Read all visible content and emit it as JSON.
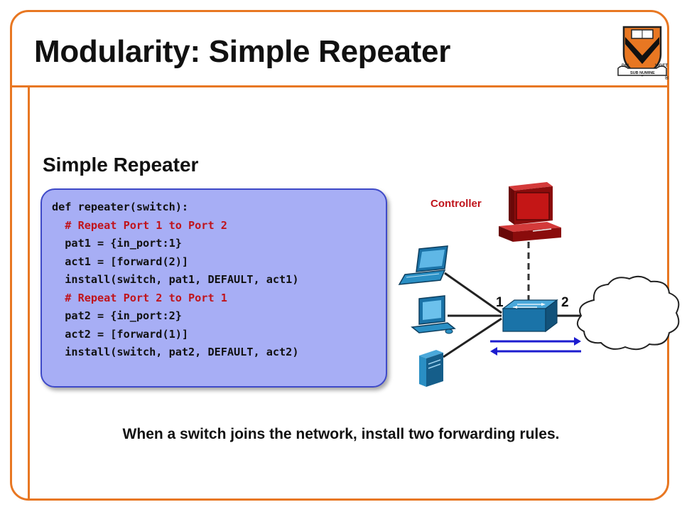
{
  "slide": {
    "title": "Modularity: Simple Repeater",
    "section_heading": "Simple Repeater",
    "caption": "When a switch joins the network, install two forwarding rules."
  },
  "code": {
    "lines": [
      {
        "text": "def repeater(switch):",
        "kind": "code"
      },
      {
        "text": "  # Repeat Port 1 to Port 2",
        "kind": "comment"
      },
      {
        "text": "  pat1 = {in_port:1}",
        "kind": "code"
      },
      {
        "text": "  act1 = [forward(2)]",
        "kind": "code"
      },
      {
        "text": "  install(switch, pat1, DEFAULT, act1)",
        "kind": "code"
      },
      {
        "text": "",
        "kind": "code"
      },
      {
        "text": "  # Repeat Port 2 to Port 1",
        "kind": "comment"
      },
      {
        "text": "  pat2 = {in_port:2}",
        "kind": "code"
      },
      {
        "text": "  act2 = [forward(1)]",
        "kind": "code"
      },
      {
        "text": "  install(switch, pat2, DEFAULT, act2)",
        "kind": "code"
      }
    ]
  },
  "diagram": {
    "controller_label": "Controller",
    "port1_label": "1",
    "port2_label": "2",
    "colors": {
      "controller": "#b01010",
      "switch": "#1a73a8",
      "hosts": "#2a8fc4",
      "arrows": "#1c1ccf",
      "label_controller": "#c0141c"
    }
  },
  "logo": {
    "motto_top_left": "DEI",
    "motto_top_right": "VIGET",
    "motto_bottom": "SUB NUMINE",
    "registered": "®"
  },
  "colors": {
    "frame": "#e87722",
    "code_box_fill": "#a7aef5",
    "code_box_border": "#3f4ac8",
    "comment": "#c0141c"
  }
}
